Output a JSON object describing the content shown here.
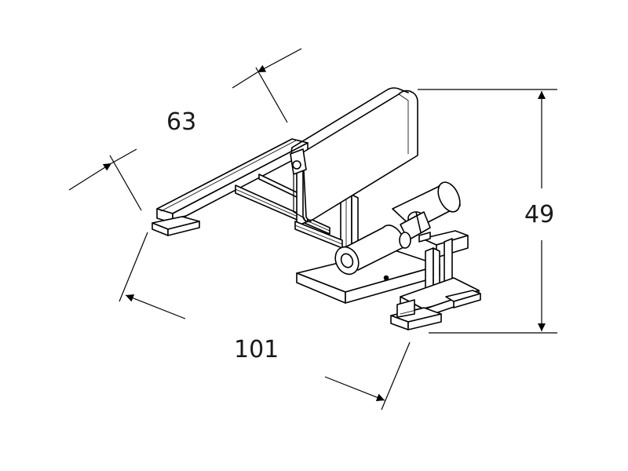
{
  "dimensions": {
    "depth": "63",
    "length": "101",
    "height": "49"
  },
  "colors": {
    "line": "#000000",
    "fill": "#ffffff"
  }
}
